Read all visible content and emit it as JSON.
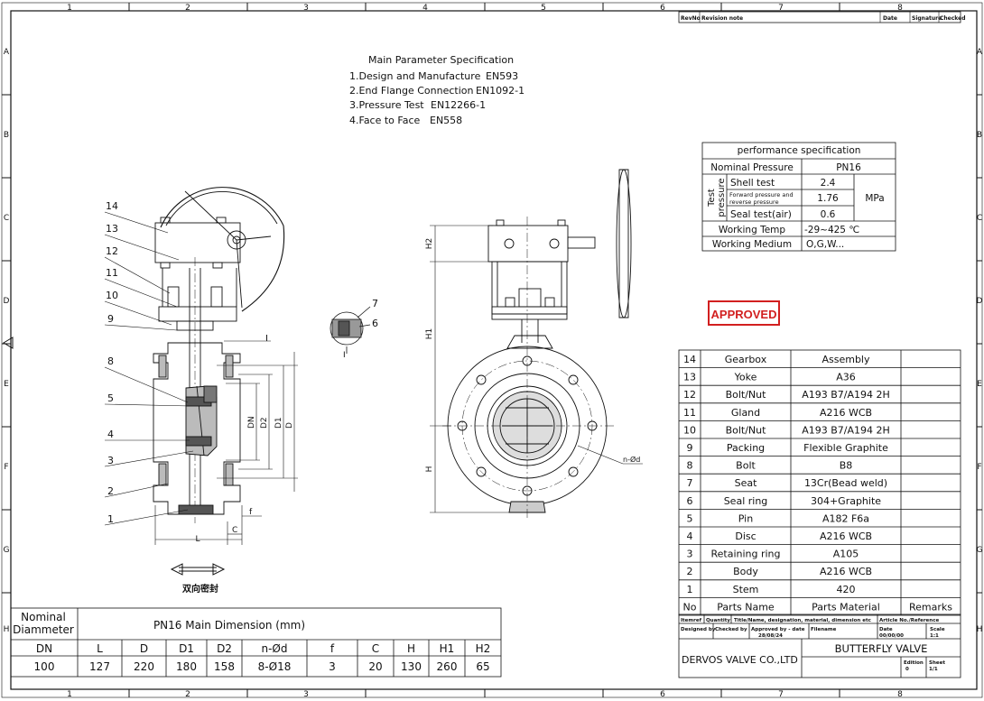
{
  "border": {
    "top_cols": [
      "1",
      "2",
      "3",
      "4",
      "5",
      "6",
      "7",
      "8"
    ],
    "rows": [
      "A",
      "B",
      "C",
      "D",
      "E",
      "F",
      "G",
      "H"
    ]
  },
  "revision_header": {
    "rev_no": "RevNo",
    "note": "Revision note",
    "date": "Date",
    "signature": "Signature",
    "checked": "Checked"
  },
  "spec": {
    "title": "Main Parameter Specification",
    "items": [
      {
        "label": "1.Design and Manufacture",
        "value": "EN593"
      },
      {
        "label": "2.End Flange Connection",
        "value": "EN1092-1"
      },
      {
        "label": "3.Pressure Test",
        "value": "EN12266-1"
      },
      {
        "label": "4.Face to Face",
        "value": "EN558"
      }
    ]
  },
  "performance": {
    "title": "performance specification",
    "nominal_label": "Nominal Pressure",
    "nominal_value": "PN16",
    "test_group": "Test pressure",
    "shell_label": "Shell test",
    "shell_value": "2.4",
    "forward_label1": "Forward pressure and",
    "forward_label2": "reverse pressure",
    "forward_value": "1.76",
    "unit": "MPa",
    "seat_label": "Seal test(air)",
    "seat_value": "0.6",
    "temp_label": "Working Temp",
    "temp_value": "-29~425 ℃",
    "medium_label": "Working Medium",
    "medium_value": "O,G,W..."
  },
  "approved_stamp": "APPROVED",
  "callouts": {
    "left": [
      "14",
      "13",
      "12",
      "11",
      "10",
      "9",
      "8",
      "5",
      "4",
      "3",
      "2",
      "1"
    ],
    "detail": [
      "7",
      "6"
    ],
    "detail_ref": "I",
    "detail_mark": "I"
  },
  "dims": {
    "L": "L",
    "C": "C",
    "f": "f",
    "DN": "DN",
    "D2": "D2",
    "D1": "D1",
    "D": "D",
    "H": "H",
    "H1": "H1",
    "H2": "H2",
    "nd": "n-Ød"
  },
  "bidirectional_caption": "双向密封",
  "parts": {
    "rows": [
      [
        "14",
        "Gearbox",
        "Assembly"
      ],
      [
        "13",
        "Yoke",
        "A36"
      ],
      [
        "12",
        "Bolt/Nut",
        "A193 B7/A194 2H"
      ],
      [
        "11",
        "Gland",
        "A216 WCB"
      ],
      [
        "10",
        "Bolt/Nut",
        "A193 B7/A194 2H"
      ],
      [
        "9",
        "Packing",
        "Flexible Graphite"
      ],
      [
        "8",
        "Bolt",
        "B8"
      ],
      [
        "7",
        "Seat",
        "13Cr(Bead weld)"
      ],
      [
        "6",
        "Seal ring",
        "304+Graphite"
      ],
      [
        "5",
        "Pin",
        "A182 F6a"
      ],
      [
        "4",
        "Disc",
        "A216 WCB"
      ],
      [
        "3",
        "Retaining ring",
        "A105"
      ],
      [
        "2",
        "Body",
        "A216 WCB"
      ],
      [
        "1",
        "Stem",
        "420"
      ]
    ],
    "header": {
      "no": "No",
      "name": "Parts Name",
      "material": "Parts Material",
      "remarks": "Remarks"
    }
  },
  "title_block": {
    "itemref": "Itemref",
    "quantity": "Quantity",
    "title_name": "Title/Name, designation, material, dimension etc",
    "article": "Article No./Reference",
    "designed": "Designed by",
    "checked": "Checked by",
    "approved": "Approved by - date",
    "approved_date": "28/08/24",
    "filename": "Filename",
    "date": "Date",
    "date_val": "00/00/00",
    "scale": "Scale",
    "scale_val": "1:1",
    "company": "DERVOS VALVE CO.,LTD",
    "product": "BUTTERFLY VALVE",
    "edition": "Edition",
    "edition_val": "0",
    "sheet": "Sheet",
    "sheet_val": "1/1"
  },
  "dimension_table": {
    "nominal_label": "Nominal Diammeter",
    "title": "PN16 Main Dimension (mm)",
    "headers": [
      "DN",
      "L",
      "D",
      "D1",
      "D2",
      "n-Ød",
      "f",
      "C",
      "H",
      "H1",
      "H2"
    ],
    "values": [
      "100",
      "127",
      "220",
      "180",
      "158",
      "8-Ø18",
      "3",
      "20",
      "130",
      "260",
      "65"
    ]
  }
}
